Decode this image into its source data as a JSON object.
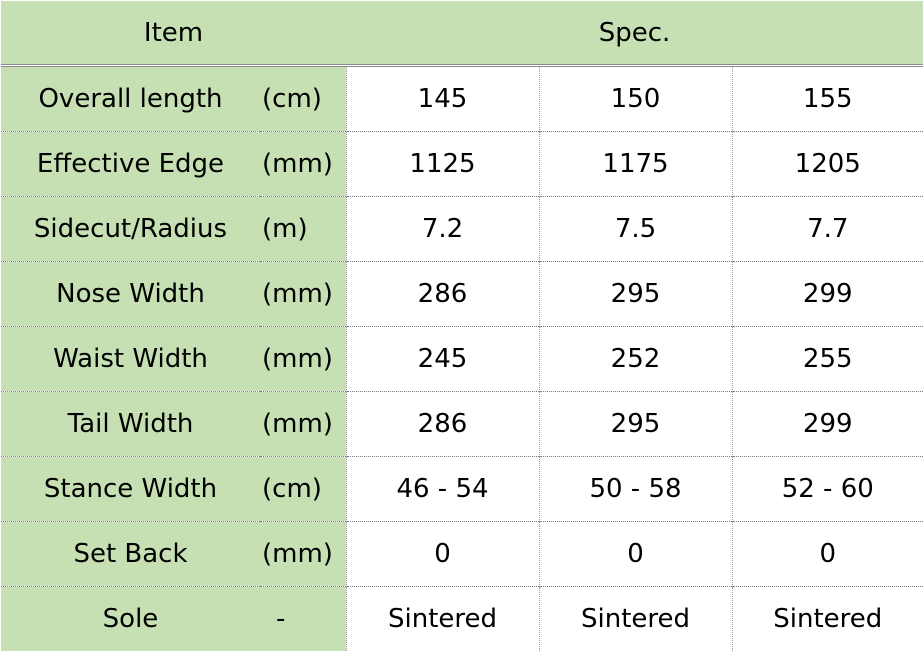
{
  "header": {
    "item": "Item",
    "spec": "Spec."
  },
  "rows": [
    {
      "name": "Overall length",
      "unit": "(cm)",
      "values": [
        "145",
        "150",
        "155"
      ]
    },
    {
      "name": "Effective Edge",
      "unit": "(mm)",
      "values": [
        "1125",
        "1175",
        "1205"
      ]
    },
    {
      "name": "Sidecut/Radius",
      "unit": "(m)",
      "values": [
        "7.2",
        "7.5",
        "7.7"
      ]
    },
    {
      "name": "Nose Width",
      "unit": "(mm)",
      "values": [
        "286",
        "295",
        "299"
      ]
    },
    {
      "name": "Waist Width",
      "unit": "(mm)",
      "values": [
        "245",
        "252",
        "255"
      ]
    },
    {
      "name": "Tail Width",
      "unit": "(mm)",
      "values": [
        "286",
        "295",
        "299"
      ]
    },
    {
      "name": "Stance Width",
      "unit": "(cm)",
      "values": [
        "46 - 54",
        "50 - 58",
        "52 - 60"
      ]
    },
    {
      "name": "Set Back",
      "unit": "(mm)",
      "values": [
        "0",
        "0",
        "0"
      ]
    },
    {
      "name": "Sole",
      "unit": "-",
      "values": [
        "Sintered",
        "Sintered",
        "Sintered"
      ]
    }
  ],
  "colors": {
    "label_background": "#c6e0b4",
    "value_background": "#ffffff"
  }
}
